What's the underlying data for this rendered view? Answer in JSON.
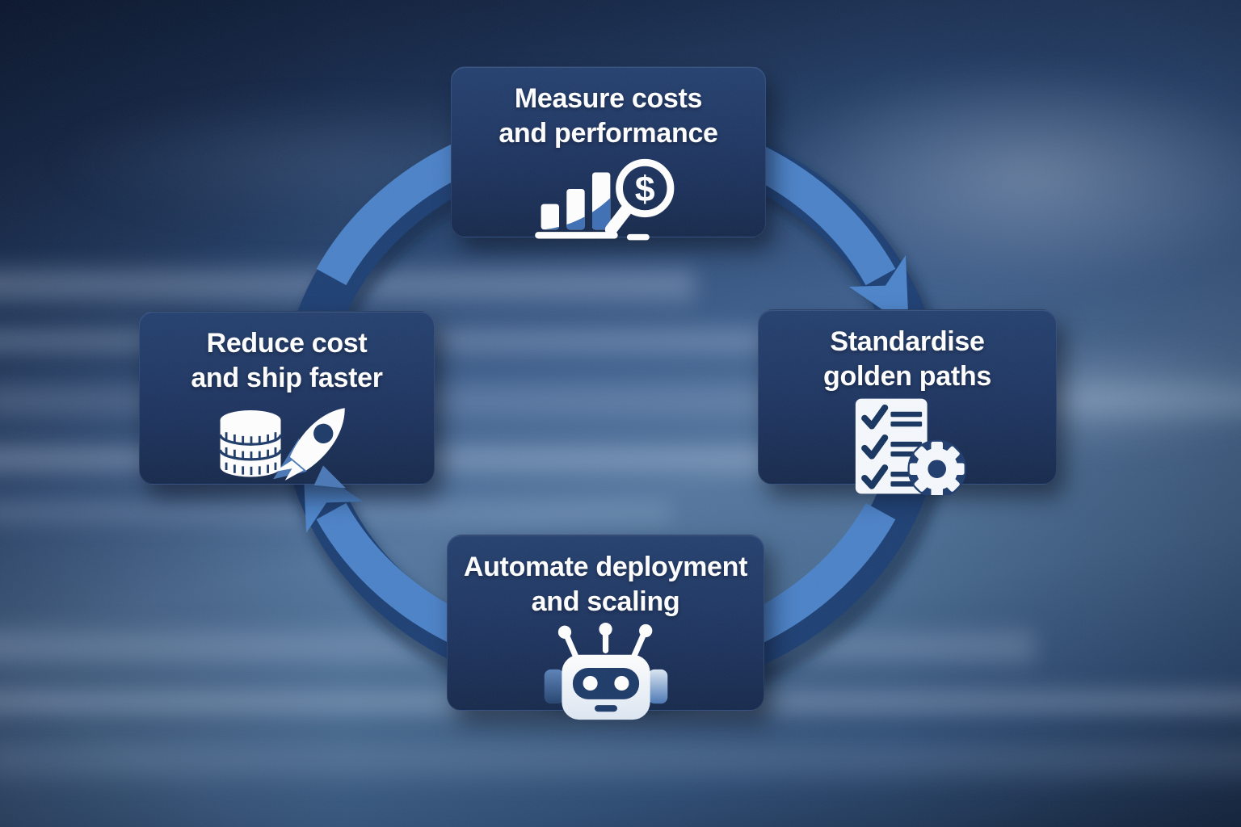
{
  "diagram": {
    "type": "cycle",
    "direction": "clockwise",
    "nodes": [
      {
        "id": "measure-costs",
        "position": "top",
        "lines": [
          "Measure costs",
          "and performance"
        ],
        "icon": "bar-chart-dollar-magnifier-icon"
      },
      {
        "id": "standardise",
        "position": "right",
        "lines": [
          "Standardise",
          "golden paths"
        ],
        "icon": "checklist-gear-icon"
      },
      {
        "id": "automate",
        "position": "bottom",
        "lines": [
          "Automate deployment",
          "and scaling"
        ],
        "icon": "robot-icon"
      },
      {
        "id": "reduce-cost",
        "position": "left",
        "lines": [
          "Reduce cost",
          "and ship faster"
        ],
        "icon": "database-rocket-icon"
      }
    ],
    "colors": {
      "card_bg": "#1d3460",
      "card_bg_dark": "#16294c",
      "label_text": "#ffffff",
      "arrow": "#447cc2",
      "arrow_light": "#4c84ca",
      "ring_dark": "#1d3f73",
      "icon_fg": "#ffffff",
      "icon_navy": "#1d3a68",
      "icon_blue": "#4a78b6",
      "bg_dark": "#0a1830",
      "bg_mid": "#3f608e",
      "bg_streak": "#a9bcd6"
    }
  }
}
